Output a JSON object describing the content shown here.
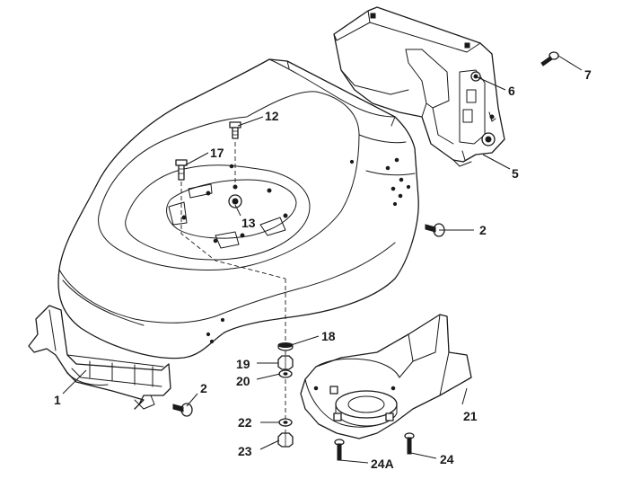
{
  "callouts": {
    "c1": "1",
    "c2a": "2",
    "c2b": "2",
    "c5": "5",
    "c6": "6",
    "c7": "7",
    "c12": "12",
    "c13": "13",
    "c17": "17",
    "c18": "18",
    "c19": "19",
    "c20": "20",
    "c21": "21",
    "c22": "22",
    "c23": "23",
    "c24": "24",
    "c24a": "24A"
  }
}
